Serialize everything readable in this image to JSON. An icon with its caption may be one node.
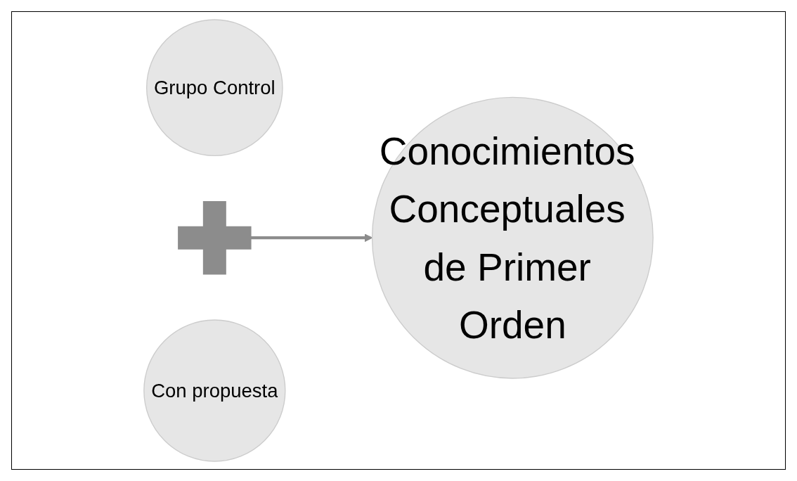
{
  "diagram": {
    "nodes": [
      {
        "text": [
          "Grupo Control"
        ]
      },
      {
        "text": [],
        "shape": "plus"
      },
      {
        "text": [
          "Con propuesta"
        ]
      },
      {
        "text": [
          "Conocimientos Conceptuales de Primer Orden"
        ]
      }
    ],
    "edges": [
      {
        "from": 1,
        "to": 3,
        "arrow": "to"
      }
    ]
  }
}
